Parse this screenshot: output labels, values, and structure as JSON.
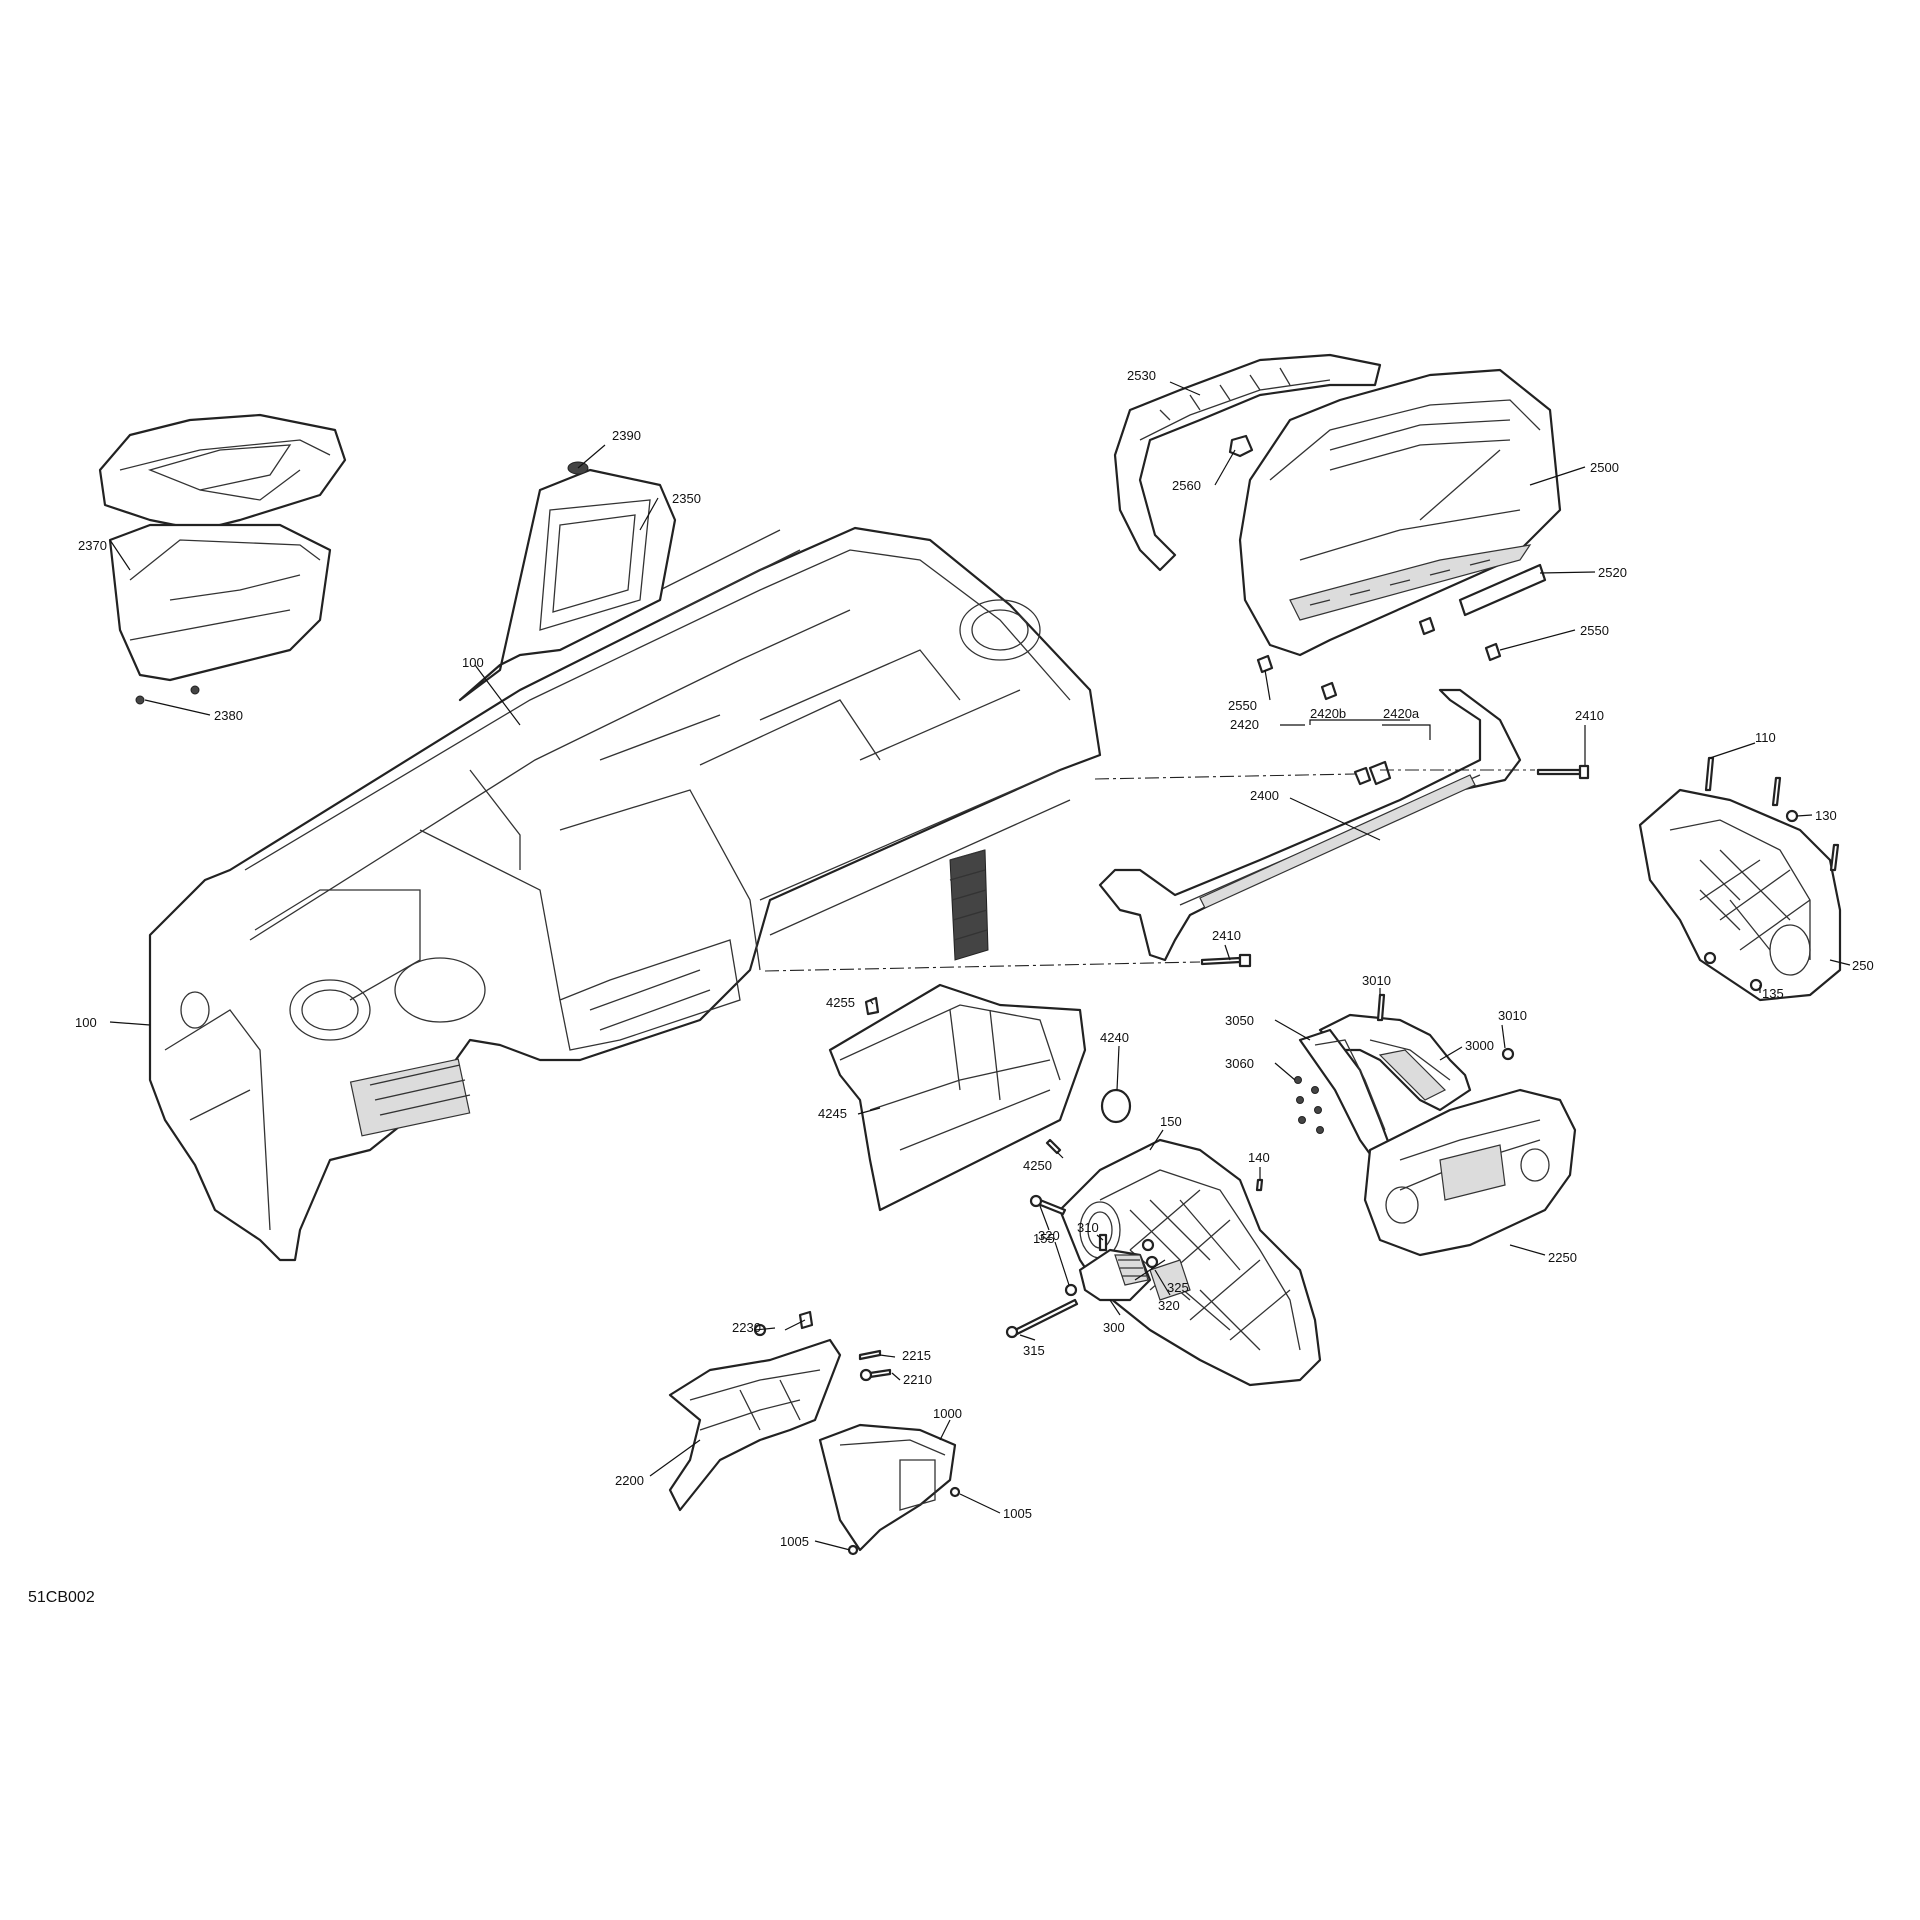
{
  "figure_id": "51CB002",
  "labels": {
    "l100a": "100",
    "l100b": "100",
    "l110": "110",
    "l130": "130",
    "l135": "135",
    "l140": "140",
    "l150": "150",
    "l155": "155",
    "l250": "250",
    "l300": "300",
    "l310": "310",
    "l315": "315",
    "l320a": "320",
    "l320b": "320",
    "l325": "325",
    "l1000": "1000",
    "l1005a": "1005",
    "l1005b": "1005",
    "l2200": "2200",
    "l2210": "2210",
    "l2215": "2215",
    "l2230": "2230",
    "l2250": "2250",
    "l2350": "2350",
    "l2370": "2370",
    "l2380": "2380",
    "l2390": "2390",
    "l2400": "2400",
    "l2410a": "2410",
    "l2410b": "2410",
    "l2420": "2420",
    "l2420a": "2420a",
    "l2420b": "2420b",
    "l2500": "2500",
    "l2520": "2520",
    "l2530": "2530",
    "l2550a": "2550",
    "l2550b": "2550",
    "l2560": "2560",
    "l3000": "3000",
    "l3010a": "3010",
    "l3010b": "3010",
    "l3050": "3050",
    "l3060": "3060",
    "l4240": "4240",
    "l4245": "4245",
    "l4250": "4250",
    "l4255": "4255"
  }
}
